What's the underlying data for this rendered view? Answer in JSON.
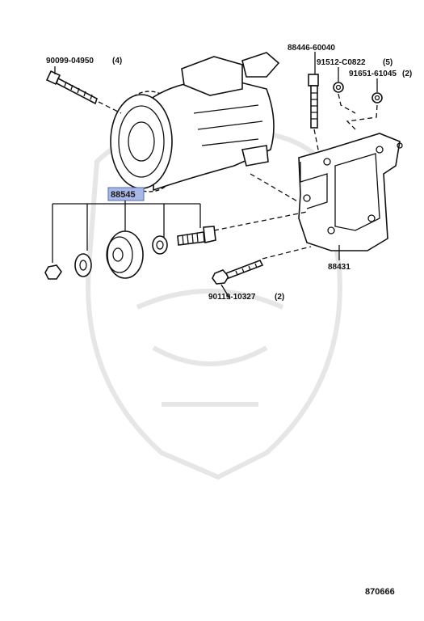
{
  "parts": {
    "bolt_top": {
      "number": "90099-04950",
      "qty": "(4)"
    },
    "stud_bolt": {
      "number": "88446-60040"
    },
    "nut_top": {
      "number": "91512-C0822",
      "qty": "(5)"
    },
    "nut_small": {
      "number": "91651-61045",
      "qty": "(2)"
    },
    "idler_assy": {
      "number": "88545",
      "highlight": "#a9b7e6"
    },
    "bracket": {
      "number": "88431"
    },
    "bolt_bottom": {
      "number": "90119-10327",
      "qty": "(2)"
    }
  },
  "illustration_id": "870666"
}
